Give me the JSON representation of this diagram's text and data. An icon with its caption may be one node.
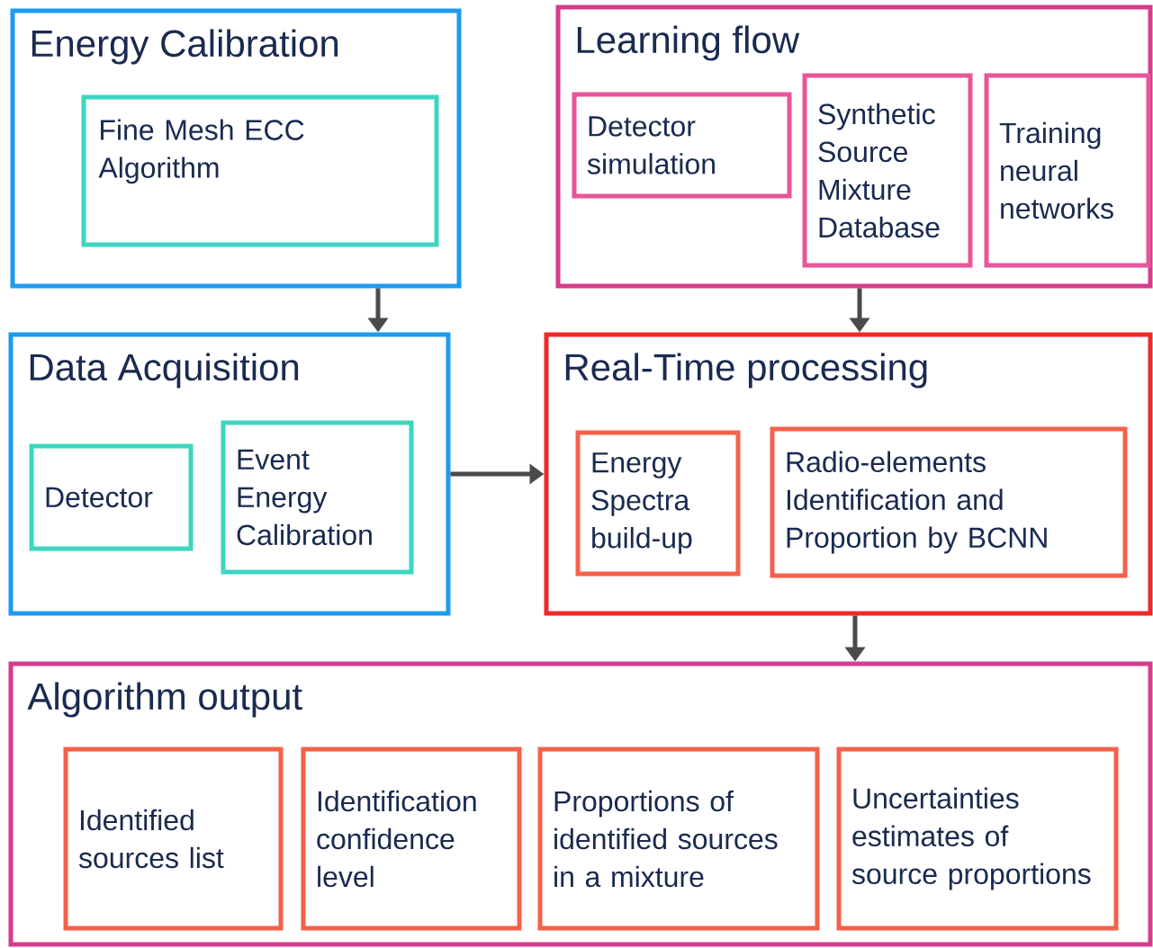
{
  "diagram": {
    "nodes": [
      {
        "text": [
          "Energy Calibration"
        ]
      },
      {
        "text": [
          "Fine Mesh ECC Algorithm"
        ],
        "in": 0
      },
      {
        "text": [
          "Learning flow"
        ]
      },
      {
        "text": [
          "Detector simulation"
        ],
        "in": 2
      },
      {
        "text": [
          "Synthetic Source Mixture Database"
        ],
        "in": 2
      },
      {
        "text": [
          "Training neural networks"
        ],
        "in": 2
      },
      {
        "text": [
          "Data Acquisition"
        ]
      },
      {
        "text": [
          "Detector"
        ],
        "in": 6
      },
      {
        "text": [
          "Event Energy Calibration"
        ],
        "in": 6
      },
      {
        "text": [
          "Real-Time processing"
        ]
      },
      {
        "text": [
          "Energy Spectra build-up"
        ],
        "in": 9
      },
      {
        "text": [
          "Radio-elements Identification and Proportion by BCNN"
        ],
        "in": 9
      },
      {
        "text": [
          "Algorithm output"
        ]
      },
      {
        "text": [
          "Identified sources list"
        ],
        "in": 12
      },
      {
        "text": [
          "Identification confidence level"
        ],
        "in": 12
      },
      {
        "text": [
          "Proportions of identified sources in a mixture"
        ],
        "in": 12
      },
      {
        "text": [
          "Uncertainties estimates of source proportions"
        ],
        "in": 12
      }
    ],
    "edges": [
      {
        "from": 0,
        "to": 6,
        "arrow": "to"
      },
      {
        "from": 2,
        "to": 9,
        "arrow": "to"
      },
      {
        "from": 6,
        "to": 9,
        "arrow": "to"
      },
      {
        "from": 9,
        "to": 12,
        "arrow": "to"
      }
    ]
  }
}
